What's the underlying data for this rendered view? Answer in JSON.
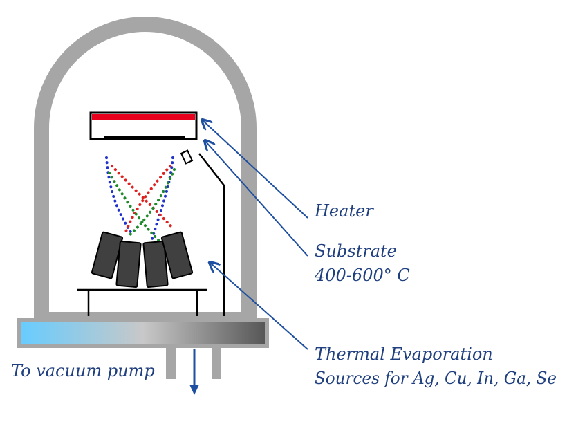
{
  "labels": {
    "heater": "Heater",
    "substrate": "Substrate",
    "substrate_temp": "400-600° C",
    "sources_line1": "Thermal Evaporation",
    "sources_line2": "Sources for Ag, Cu, In, Ga, Se",
    "pump": "To vacuum pump"
  },
  "colors": {
    "chamber": "#a6a6a6",
    "heater": "#e8001c",
    "annotation": "#1f4fa0",
    "source_body": "#404040",
    "flux_blue": "#2233cc",
    "flux_red": "#dd2222",
    "flux_green": "#1f8a2a",
    "base_left": "#66ccff",
    "base_right": "#555555"
  },
  "icons": {
    "chamber": "bell-jar-icon",
    "sources": "crucible-icon",
    "pump_arrow": "arrow-down-icon"
  }
}
